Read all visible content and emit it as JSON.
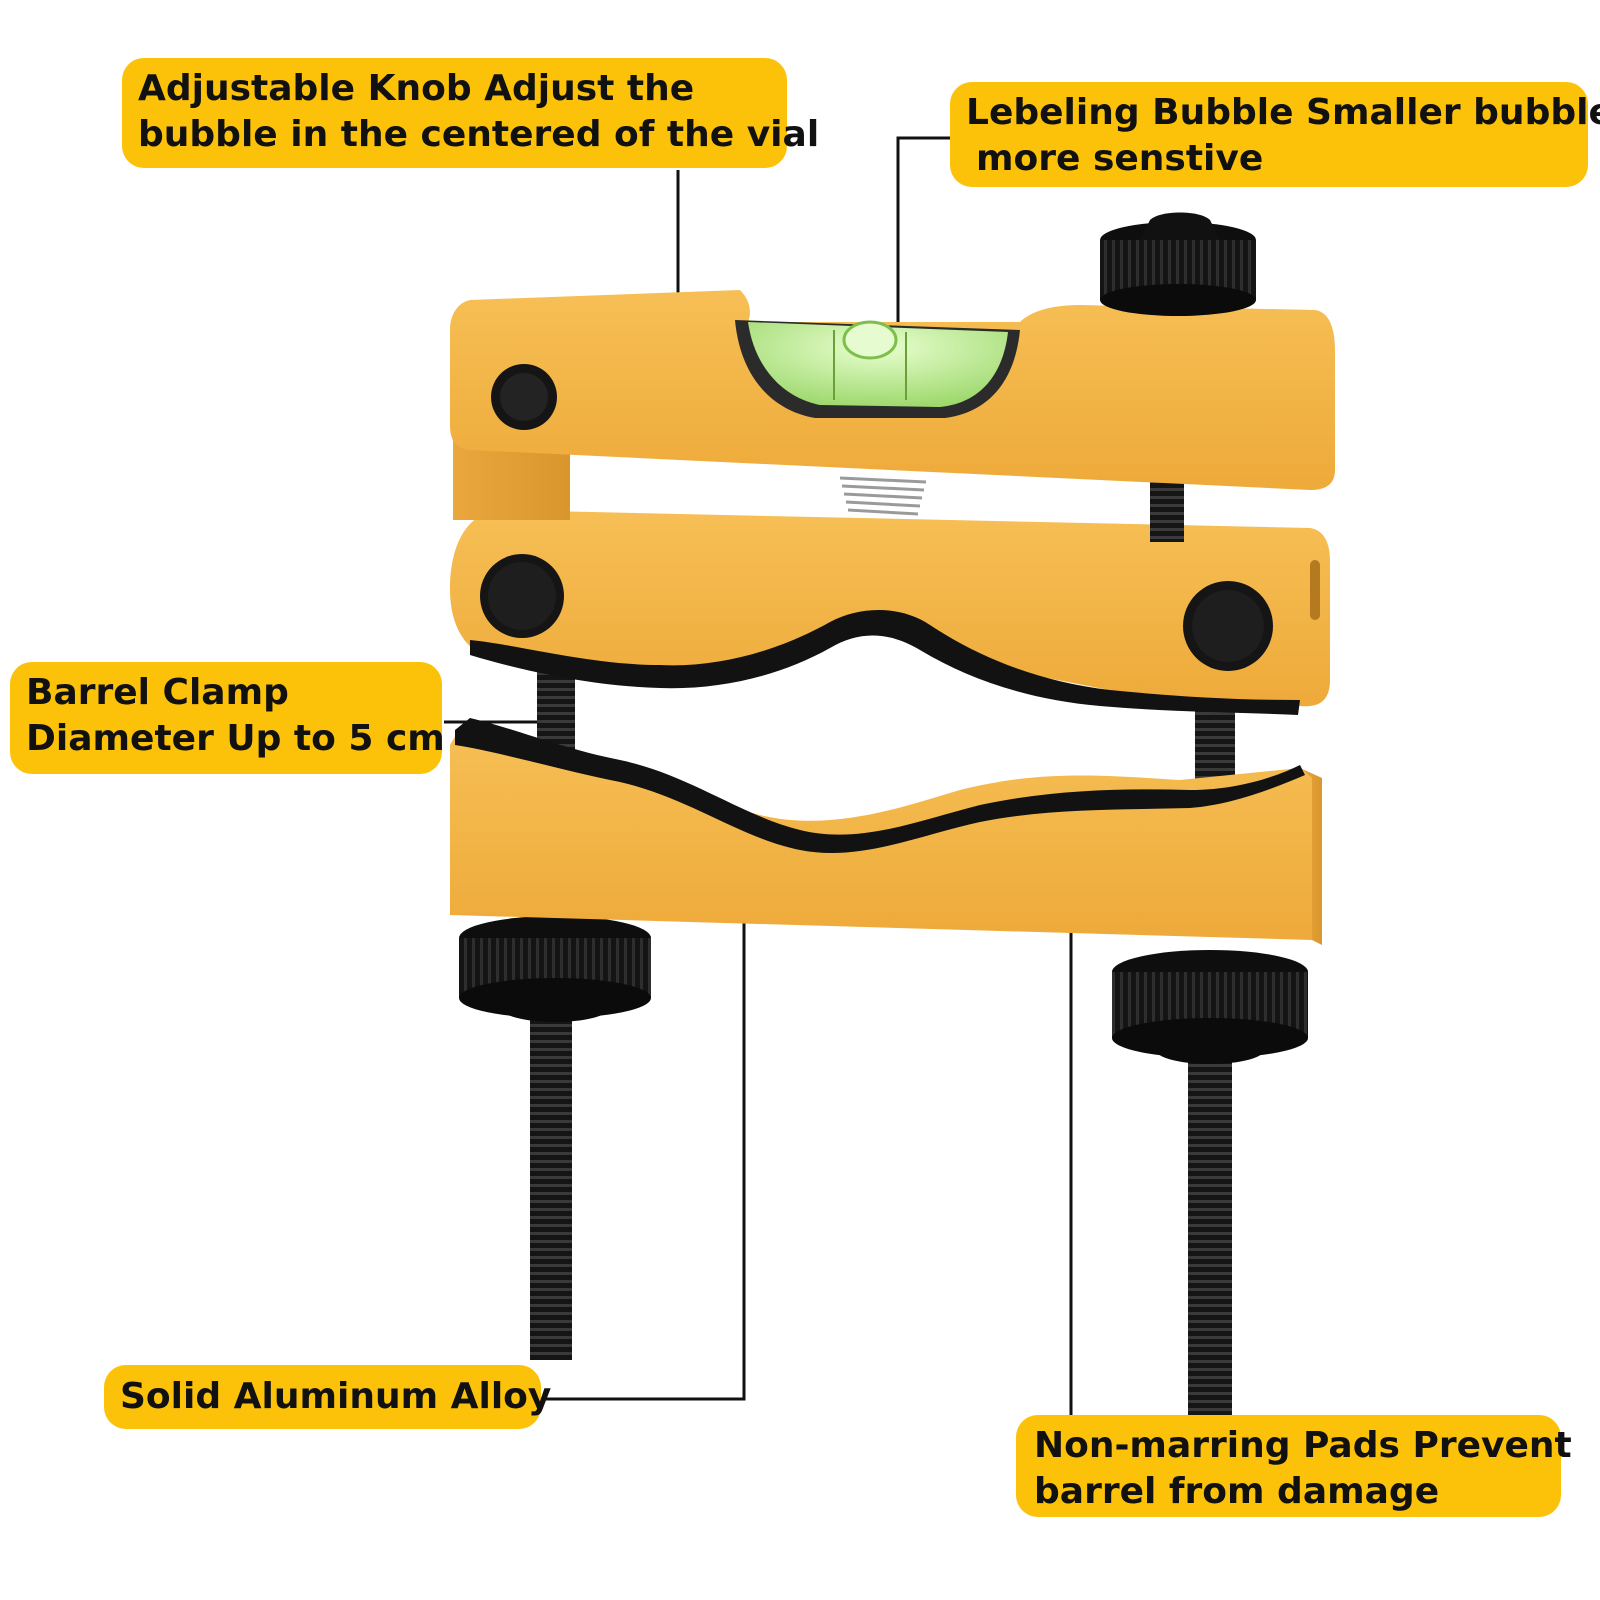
{
  "colors": {
    "callout_bg": "#fcc20a",
    "aluminum": "#f2b243",
    "aluminum_shade": "#d9952a",
    "rubber": "#111111",
    "vial": "#c8f5a0"
  },
  "callouts": {
    "knob": [
      "Adjustable Knob Adjust the",
      "bubble in the centered of the vial"
    ],
    "bubble": [
      "Lebeling Bubble Smaller bubble",
      "more senstive"
    ],
    "clamp": [
      "Barrel Clamp",
      "Diameter Up to 5 cm"
    ],
    "alloy": [
      "Solid Aluminum Alloy"
    ],
    "pads": [
      "Non-marring Pads Prevent",
      "barrel from damage"
    ]
  }
}
